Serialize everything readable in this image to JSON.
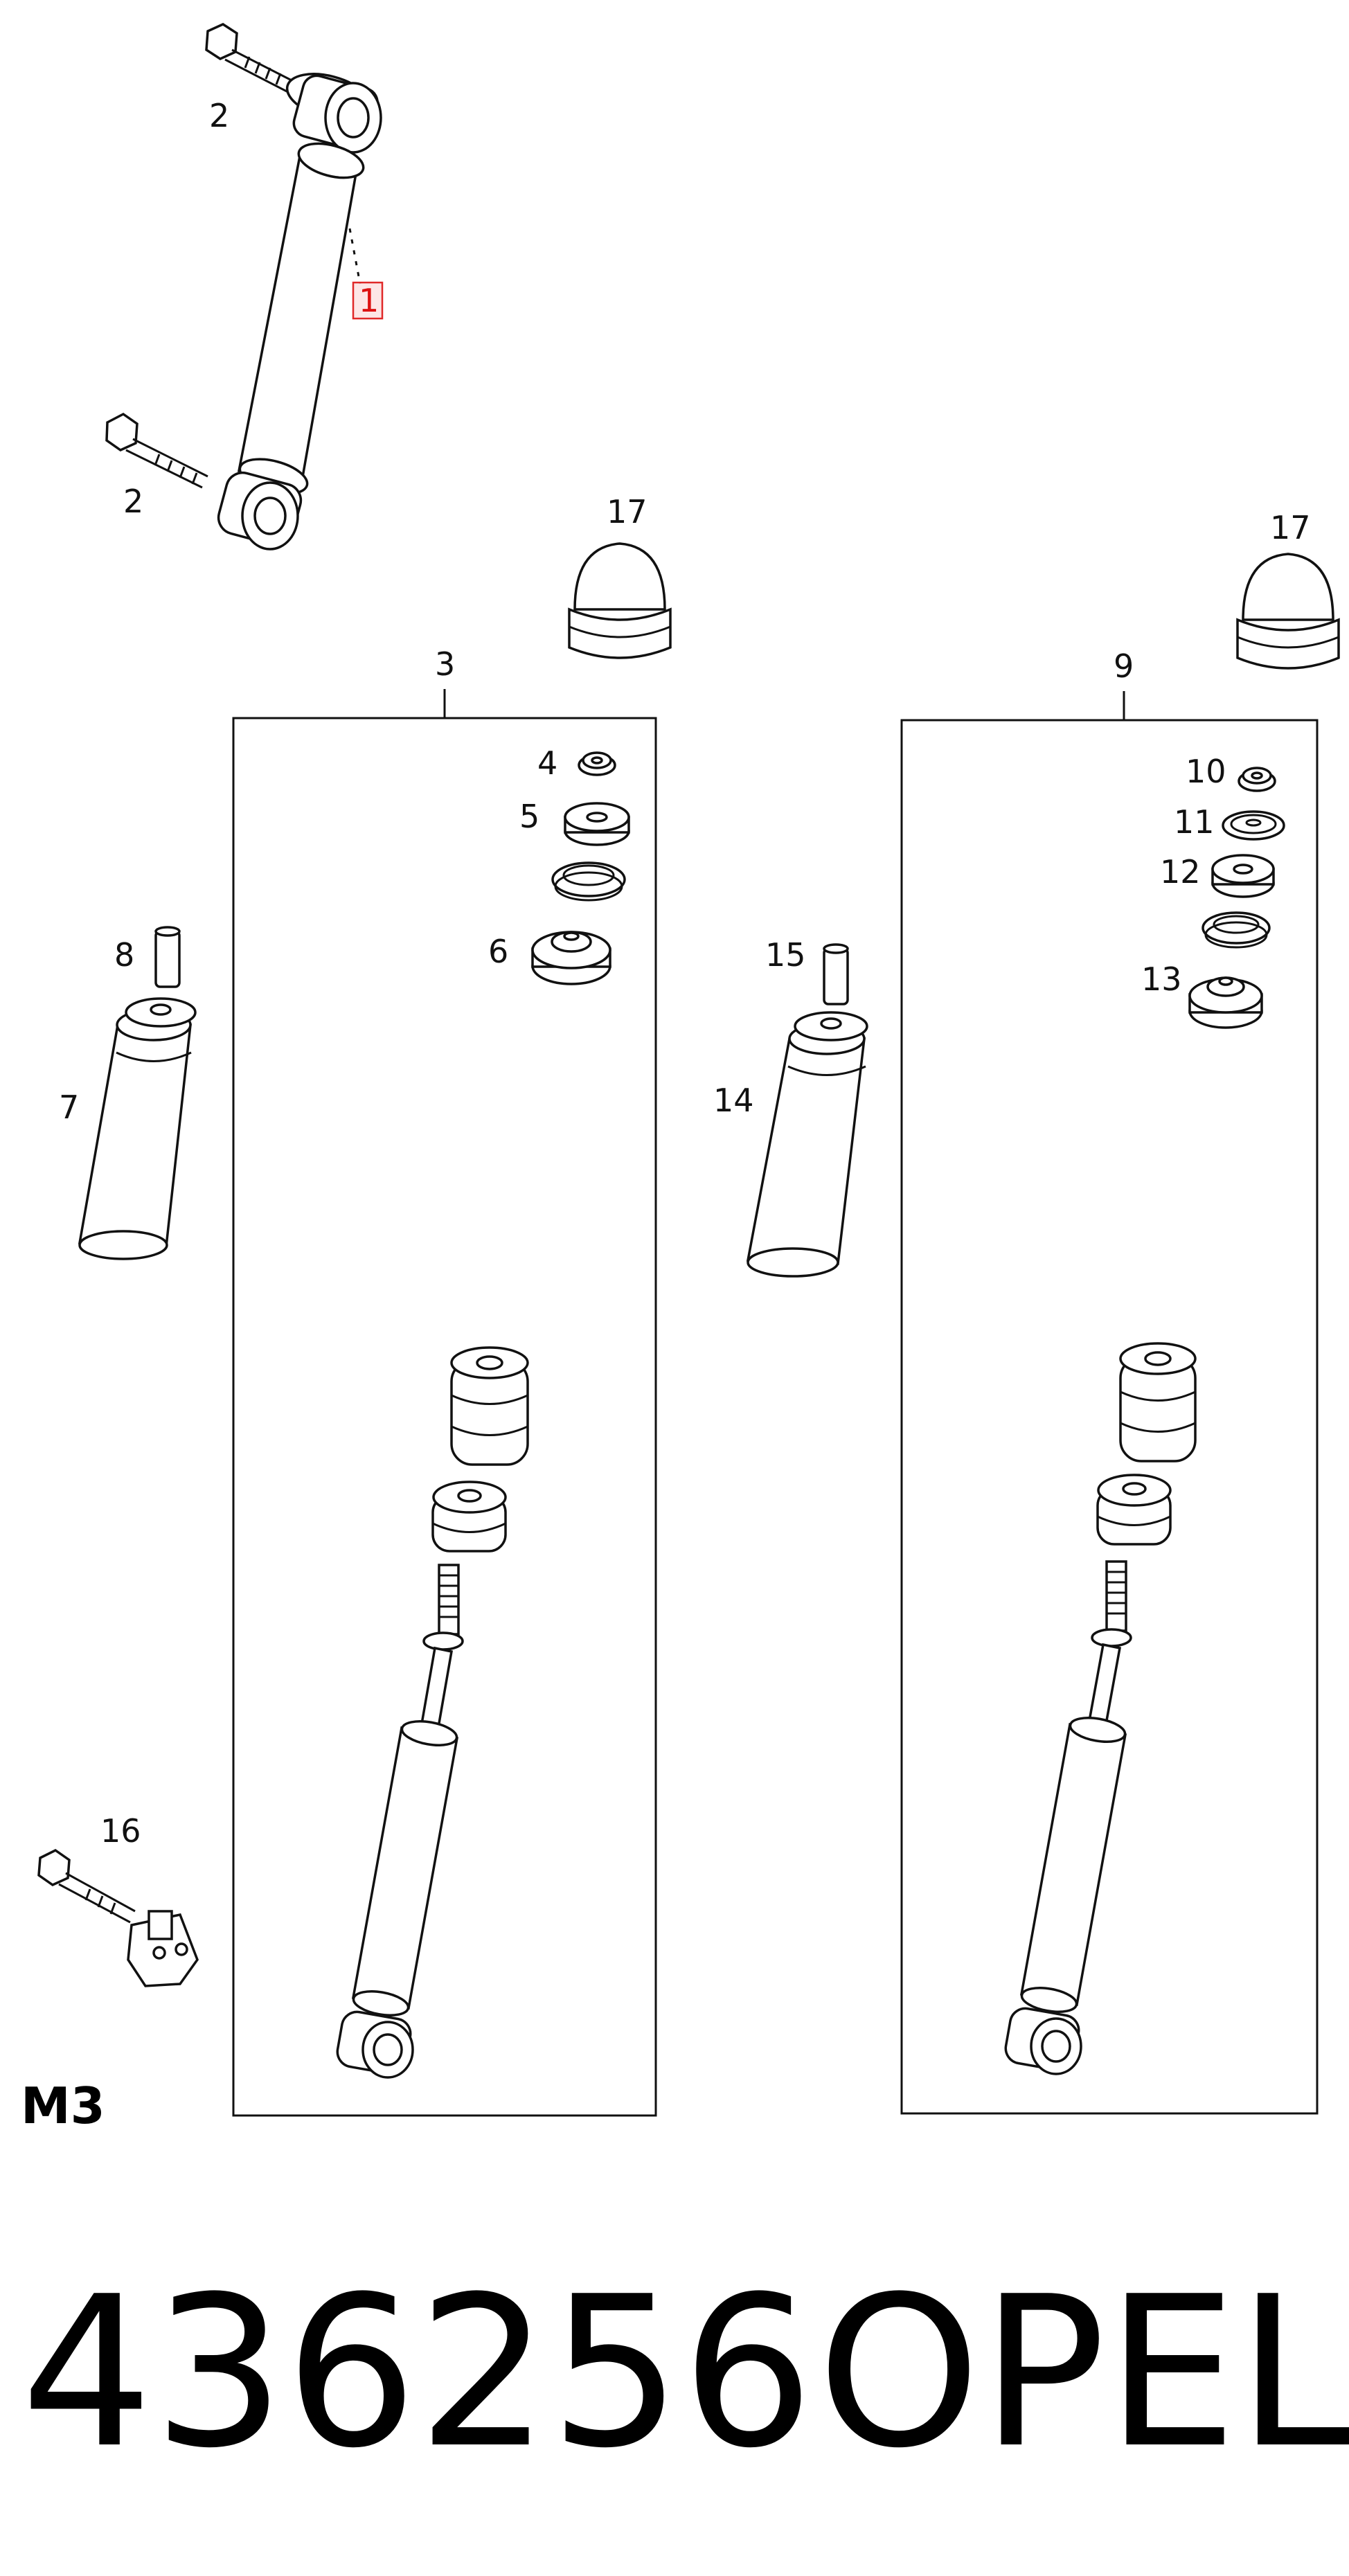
{
  "labels": {
    "p1": "1",
    "p2a": "2",
    "p2b": "2",
    "p3": "3",
    "p4": "4",
    "p5": "5",
    "p6": "6",
    "p7": "7",
    "p8": "8",
    "p9": "9",
    "p10": "10",
    "p11": "11",
    "p12": "12",
    "p13": "13",
    "p14": "14",
    "p15": "15",
    "p16": "16",
    "p17a": "17",
    "p17b": "17"
  },
  "section_code": "M3",
  "part_number": "436256",
  "brand": "OPEL",
  "colors": {
    "highlight": "#d11111",
    "line": "#111111"
  }
}
